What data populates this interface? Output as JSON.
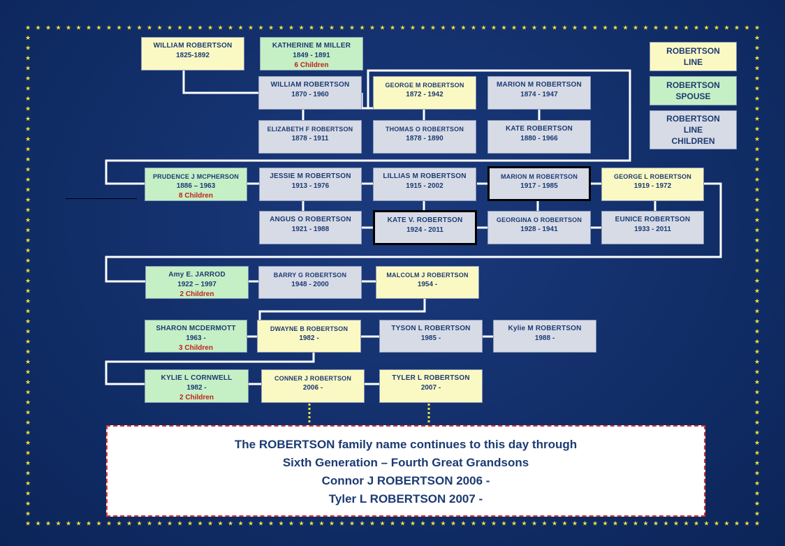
{
  "legend": {
    "line": [
      "ROBERTSON",
      "LINE"
    ],
    "spouse": [
      "ROBERTSON",
      "SPOUSE"
    ],
    "children": [
      "ROBERTSON",
      "LINE",
      "CHILDREN"
    ]
  },
  "people": {
    "william_sr": {
      "name": "WILLIAM ROBERTSON",
      "dates": "1825-1892"
    },
    "katherine": {
      "name": "KATHERINE M  MILLER",
      "dates": "1849 - 1891",
      "children": "6 Children"
    },
    "william_jr": {
      "name": "WILLIAM ROBERTSON",
      "dates": "1870 - 1960"
    },
    "george_m": {
      "name": "GEORGE  M ROBERTSON",
      "dates": "1872 - 1942"
    },
    "marion_m_1874": {
      "name": "MARION M ROBERTSON",
      "dates": "1874 - 1947"
    },
    "elizabeth": {
      "name": "ELIZABETH F ROBERTSON",
      "dates": "1878 - 1911"
    },
    "thomas": {
      "name": "THOMAS O ROBERTSON",
      "dates": "1878 - 1890"
    },
    "kate_1880": {
      "name": "KATE ROBERTSON",
      "dates": "1880 - 1966"
    },
    "prudence": {
      "name": "PRUDENCE J MCPHERSON",
      "dates": "1886 – 1963",
      "children": "8 Children"
    },
    "jessie": {
      "name": "JESSIE M ROBERTSON",
      "dates": "1913 - 1976"
    },
    "lillias": {
      "name": "LILLIAS M ROBERTSON",
      "dates": "1915 - 2002"
    },
    "marion_m_1917": {
      "name": "MARION M  ROBERTSON",
      "dates": "1917 - 1985"
    },
    "george_l": {
      "name": "GEORGE  L ROBERTSON",
      "dates": "1919  - 1972"
    },
    "angus": {
      "name": "ANGUS O ROBERTSON",
      "dates": "1921 - 1988"
    },
    "kate_v": {
      "name": "KATE V. ROBERTSON",
      "dates": "1924 - 2011"
    },
    "georgina": {
      "name": "GEORGINA  O ROBERTSON",
      "dates": "1928 - 1941"
    },
    "eunice": {
      "name": "EUNICE ROBERTSON",
      "dates": "1933 - 2011"
    },
    "amy": {
      "name": "Amy E. JARROD",
      "dates": "1922 – 1997",
      "children": "2 Children"
    },
    "barry": {
      "name": "BARRY G ROBERTSON",
      "dates": "1948 - 2000"
    },
    "malcolm": {
      "name": "MALCOLM  J ROBERTSON",
      "dates": "1954 -"
    },
    "sharon": {
      "name": "SHARON MCDERMOTT",
      "dates": "1963 -",
      "children": "3 Children"
    },
    "dwayne": {
      "name": "DWAYNE B ROBERTSON",
      "dates": "1982 -"
    },
    "tyson": {
      "name": "TYSON  L ROBERTSON",
      "dates": "1985 -"
    },
    "kylie_m": {
      "name": "Kylie M ROBERTSON",
      "dates": "1988 -"
    },
    "kylie_l": {
      "name": "KYLIE L CORNWELL",
      "dates": "1982 -",
      "children": "2 Children"
    },
    "conner": {
      "name": "CONNER  J ROBERTSON",
      "dates": "2006 -"
    },
    "tyler": {
      "name": "TYLER L ROBERTSON",
      "dates": "2007 -"
    }
  },
  "banner": {
    "line1": "The ROBERTSON family name continues to this day through",
    "line2": "Sixth  Generation – Fourth Great Grandsons",
    "line3": "Connor J ROBERTSON  2006 -",
    "line4": "Tyler L ROBERTSON  2007 -"
  },
  "colors": {
    "background": "#0f2b63",
    "line_box": "#fbf9c3",
    "spouse_box": "#c5f0c5",
    "children_box": "#d7dbe6",
    "text": "#1c3b73",
    "children_count": "#c0201d",
    "star": "#f2e33a"
  }
}
